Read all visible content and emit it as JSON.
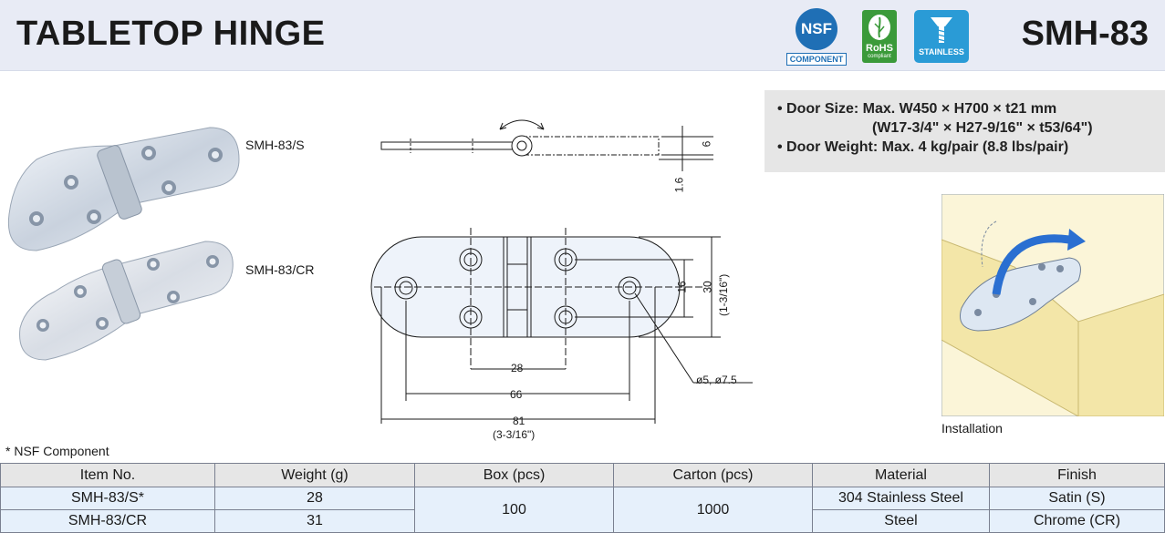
{
  "header": {
    "title": "TABLETOP HINGE",
    "model": "SMH-83",
    "badges": {
      "nsf_logo": "NSF",
      "nsf_caption": "COMPONENT",
      "rohs_logo": "RoHS",
      "rohs_sub": "compliant",
      "stainless_caption": "STAINLESS"
    }
  },
  "photos": {
    "label_s": "SMH-83/S",
    "label_cr": "SMH-83/CR"
  },
  "specs": {
    "door_size": "• Door Size: Max. W450 ×  H700 × t21 mm",
    "door_size_imperial": "(W17-3/4\" × H27-9/16\" × t53/64\")",
    "door_weight": "• Door Weight: Max. 4 kg/pair (8.8 lbs/pair)"
  },
  "drawing": {
    "dim_6": "6",
    "dim_1_6": "1.6",
    "dim_16": "16",
    "dim_30": "30",
    "dim_30_imperial": "(1-3/16\")",
    "dim_28": "28",
    "dim_66": "66",
    "dim_81": "81",
    "dim_81_imperial": "(3-3/16\")",
    "hole_dia": "ø5, ø7.5"
  },
  "installation_caption": "Installation",
  "nsf_note": "* NSF Component",
  "table": {
    "headers": [
      "Item No.",
      "Weight (g)",
      "Box (pcs)",
      "Carton (pcs)",
      "Material",
      "Finish"
    ],
    "row1": {
      "item": "SMH-83/S*",
      "weight": "28",
      "box": "100",
      "carton": "1000",
      "material": "304 Stainless Steel",
      "finish": "Satin (S)"
    },
    "row2": {
      "item": "SMH-83/CR",
      "weight": "31",
      "material": "Steel",
      "finish": "Chrome (CR)"
    }
  },
  "colors": {
    "header_bg": "#e8ebf5",
    "nsf_blue": "#1f6fb5",
    "rohs_green": "#3b9a3a",
    "stainless_blue": "#2a9bd6",
    "table_body": "#e6f0fb"
  }
}
